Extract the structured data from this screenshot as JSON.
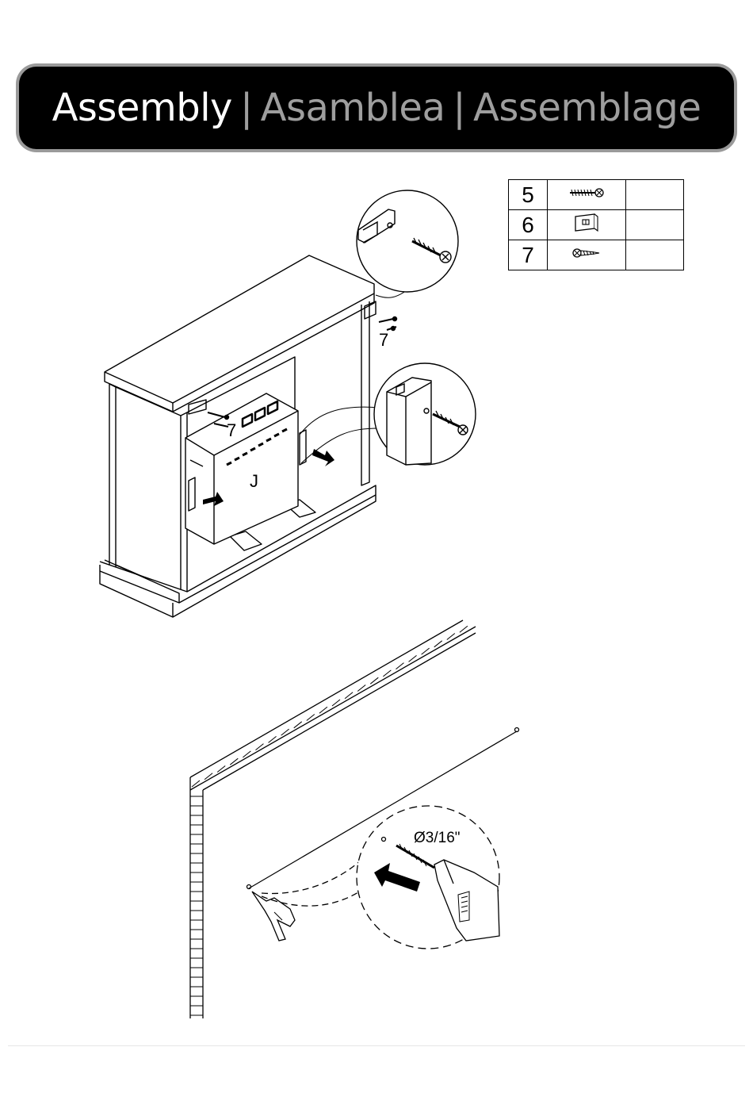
{
  "header": {
    "title_en": "Assembly",
    "title_es": "Asamblea",
    "title_fr": "Assemblage",
    "separator": "|"
  },
  "parts_table": [
    {
      "number": "5",
      "icon": "wood-screw-icon",
      "quantity": ""
    },
    {
      "number": "6",
      "icon": "bracket-plate-icon",
      "quantity": ""
    },
    {
      "number": "7",
      "icon": "short-screw-icon",
      "quantity": ""
    }
  ],
  "diagram1": {
    "callout_top": "7",
    "callout_left": "7",
    "insert_label": "J"
  },
  "diagram2": {
    "drill_size": "Ø3/16\""
  },
  "colors": {
    "banner_bg": "#000000",
    "banner_primary_text": "#ffffff",
    "banner_secondary_text": "#9e9e9e",
    "banner_border": "#9a9a9a"
  }
}
